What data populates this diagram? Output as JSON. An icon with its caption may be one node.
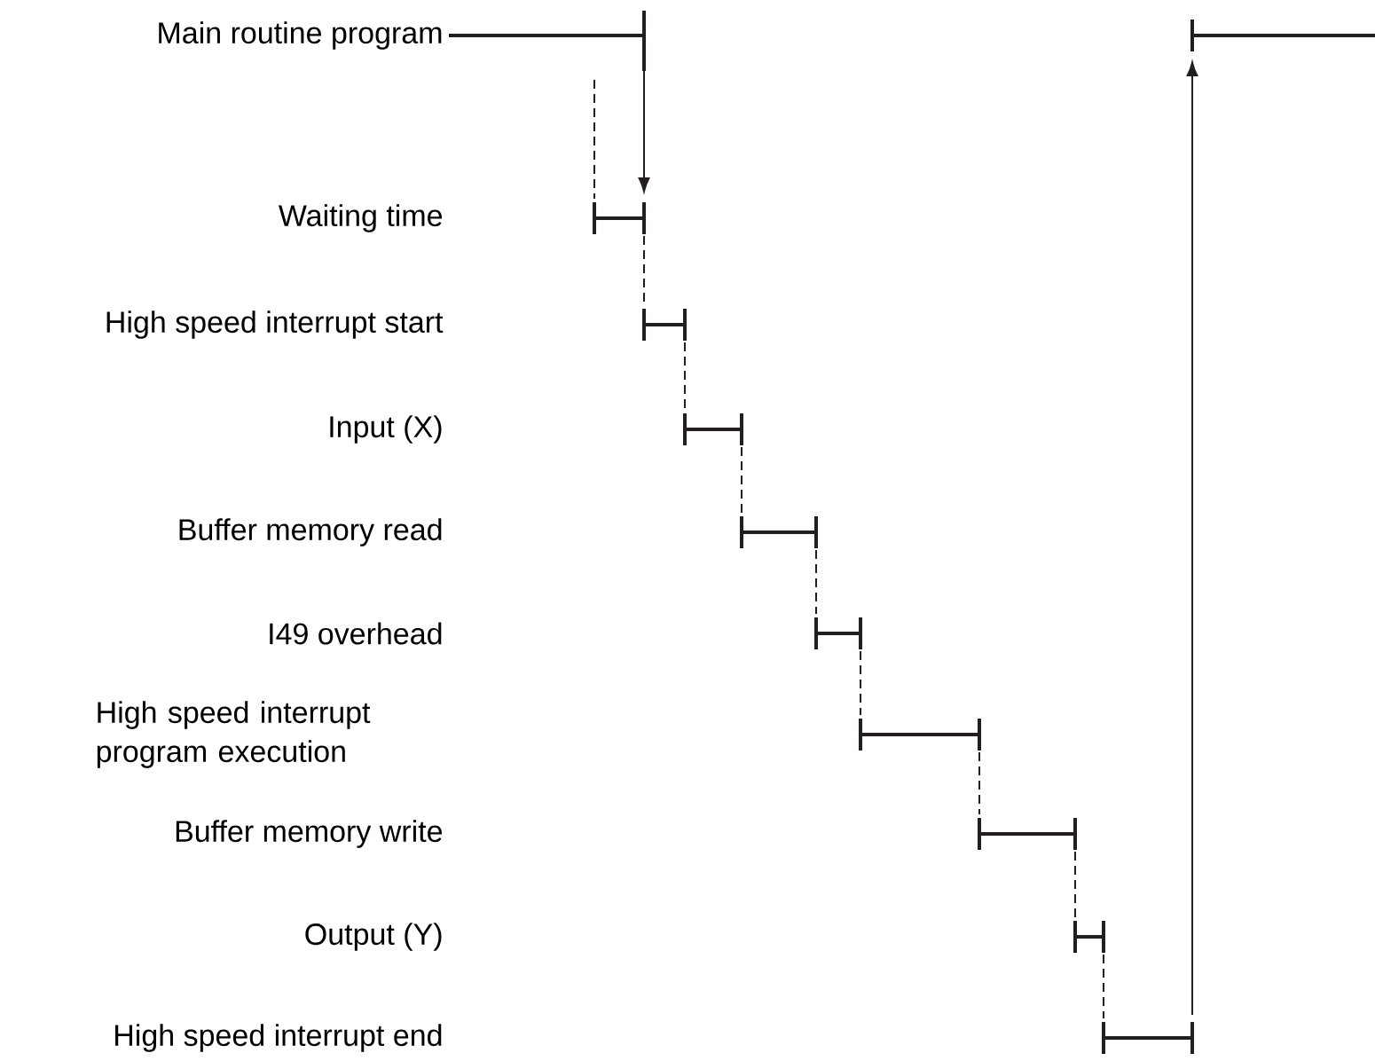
{
  "diagram": {
    "nodes": [
      {
        "text": [],
        "shape": "bar",
        "beside": [
          "Main routine program"
        ]
      },
      {
        "text": [],
        "shape": "bar"
      },
      {
        "text": [],
        "shape": "bar"
      },
      {
        "text": [],
        "shape": "bar"
      },
      {
        "text": [],
        "shape": "bar"
      },
      {
        "text": [],
        "shape": "bar"
      },
      {
        "text": [],
        "shape": "bar"
      },
      {
        "text": [],
        "shape": "bar"
      },
      {
        "text": [],
        "shape": "bar"
      },
      {
        "text": [],
        "shape": "bar"
      },
      {
        "text": [],
        "shape": "bar"
      }
    ],
    "edges": [
      {
        "from": 0,
        "to": 1,
        "arrow": "to"
      },
      {
        "from": 1,
        "to": 2,
        "arrow": "none",
        "style": "dashed"
      },
      {
        "from": 2,
        "to": 3,
        "arrow": "none",
        "style": "dashed"
      },
      {
        "from": 3,
        "to": 4,
        "arrow": "none",
        "style": "dashed"
      },
      {
        "from": 4,
        "to": 5,
        "arrow": "none",
        "style": "dashed"
      },
      {
        "from": 5,
        "to": 6,
        "arrow": "none",
        "style": "dashed"
      },
      {
        "from": 6,
        "to": 7,
        "arrow": "none",
        "style": "dashed"
      },
      {
        "from": 7,
        "to": 8,
        "arrow": "none",
        "style": "dashed"
      },
      {
        "from": 8,
        "to": 9,
        "arrow": "none",
        "style": "dashed"
      },
      {
        "from": 9,
        "to": 10,
        "arrow": "to"
      },
      {
        "from": 0,
        "to": 1,
        "arrow": "none",
        "style": "dashed"
      }
    ],
    "labels": [
      "Waiting time",
      "High speed interrupt start",
      "Input (X)",
      "Buffer memory read",
      "I49 overhead",
      "High speed interrupt program execution",
      "Buffer memory write",
      "Output (Y)",
      "High speed interrupt end"
    ]
  }
}
